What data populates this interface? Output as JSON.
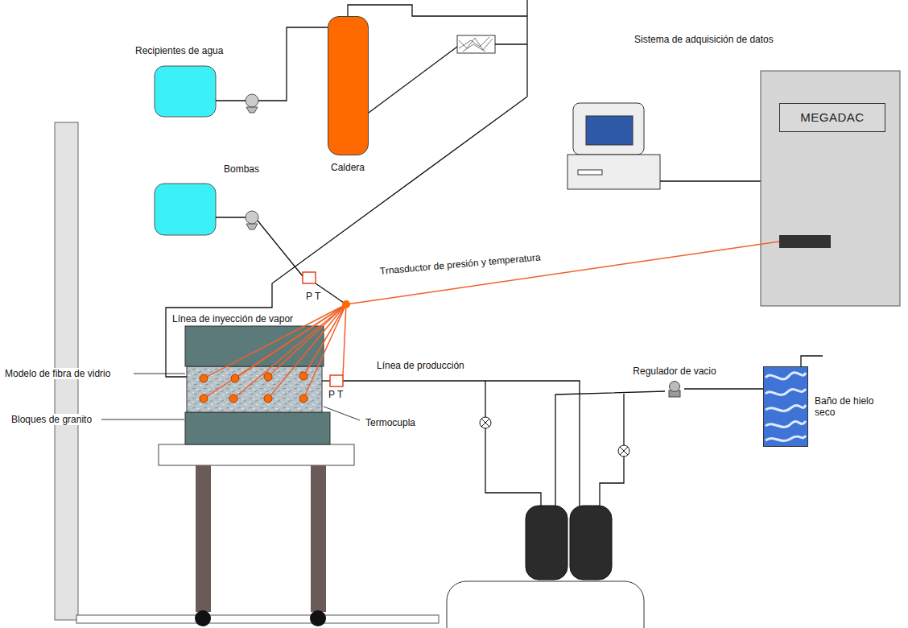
{
  "diagram": {
    "nodes": [
      {
        "text": [
          "Caldera"
        ]
      },
      {
        "text": [
          "MEGADAC"
        ]
      },
      {
        "text": [
          "Regulador de vacio"
        ]
      },
      {
        "text": [
          "Baño de hielo seco"
        ]
      }
    ],
    "edges": [
      {
        "from": 2,
        "to": 3,
        "arrow": "none"
      }
    ],
    "labels": [
      "Recipientes de agua",
      "Sistema de adquisición de datos",
      "Bombas",
      "P T",
      "Trnasductor de presión y temperatura",
      "Línea de inyección de vapor",
      "Línea de producción",
      "P T",
      "Modelo de fibra de vidrio",
      "Bloques de granito",
      "Termocupla"
    ]
  }
}
